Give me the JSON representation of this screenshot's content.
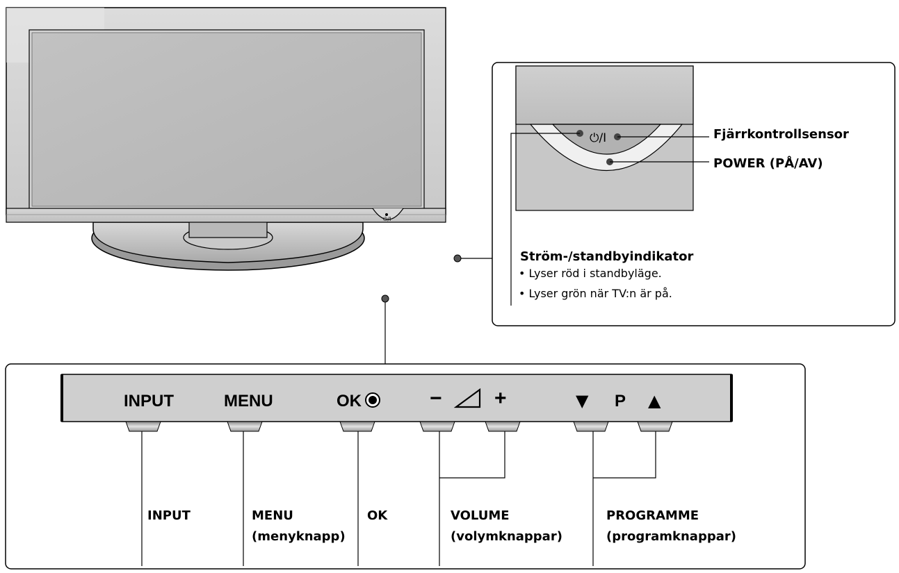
{
  "tv": {
    "power_mark": "⏻/I"
  },
  "detail": {
    "power_symbol": "⏻/I",
    "sensor_label": "Fjärrkontrollsensor",
    "power_label": "POWER (PÅ/AV)",
    "indicator_title": "Ström-/standbyindikator",
    "indicator_lines": [
      "• Lyser röd i standbyläge.",
      "• Lyser grön när TV:n är på."
    ]
  },
  "panel": {
    "buttons": {
      "input": "INPUT",
      "menu": "MENU",
      "ok": "OK",
      "vol_minus": "−",
      "vol_plus": "+",
      "prog_down": "▼",
      "prog_p": "P",
      "prog_up": "▲"
    },
    "labels": {
      "input": "INPUT",
      "menu": "MENU",
      "menu_sub": "(menyknapp)",
      "ok": "OK",
      "volume": "VOLUME",
      "volume_sub": "(volymknappar)",
      "programme": "PROGRAMME",
      "programme_sub": "(programknappar)"
    }
  }
}
